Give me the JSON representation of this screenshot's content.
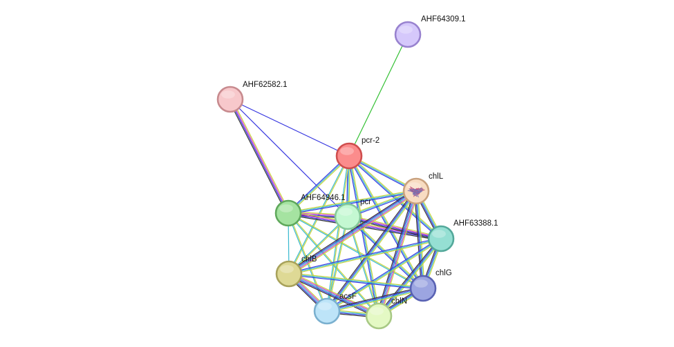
{
  "network": {
    "nodes": [
      {
        "id": "AHF64309.1",
        "label": "AHF64309.1",
        "fill": "#d5c8fb",
        "stroke": "#9882cf"
      },
      {
        "id": "AHF62582.1",
        "label": "AHF62582.1",
        "fill": "#f7c8cb",
        "stroke": "#c78a8e"
      },
      {
        "id": "pcr-2",
        "label": "pcr-2",
        "fill": "#fb8c8c",
        "stroke": "#cf4e4e"
      },
      {
        "id": "chlL",
        "label": "chlL",
        "fill": "#f8dcc2",
        "stroke": "#c9a17e",
        "has_structure_icon": true
      },
      {
        "id": "AHF64946.1",
        "label": "AHF64946.1",
        "fill": "#a5e3a1",
        "stroke": "#5fa85b"
      },
      {
        "id": "pcr",
        "label": "pcr",
        "fill": "#c4f8d2",
        "stroke": "#86c99a"
      },
      {
        "id": "AHF63388.1",
        "label": "AHF63388.1",
        "fill": "#95dfd3",
        "stroke": "#53a89a"
      },
      {
        "id": "chlB",
        "label": "chlB",
        "fill": "#ded995",
        "stroke": "#a8a25b"
      },
      {
        "id": "chlG",
        "label": "chlG",
        "fill": "#9ca5e1",
        "stroke": "#5962b3"
      },
      {
        "id": "acsF",
        "label": "acsF",
        "fill": "#bde4f8",
        "stroke": "#7ab0cf"
      },
      {
        "id": "chlN",
        "label": "chlN",
        "fill": "#e4f9c4",
        "stroke": "#a8c985"
      }
    ],
    "edges": [
      {
        "source": "AHF64309.1",
        "target": "pcr-2",
        "colors": [
          "#33c033"
        ]
      },
      {
        "source": "AHF62582.1",
        "target": "pcr-2",
        "colors": [
          "#3535e0"
        ]
      },
      {
        "source": "AHF62582.1",
        "target": "pcr",
        "colors": [
          "#3535e0"
        ]
      },
      {
        "source": "AHF62582.1",
        "target": "AHF64946.1",
        "colors": [
          "#c8d43b",
          "#d23ad2",
          "#3535e0",
          "#333333"
        ]
      },
      {
        "source": "pcr-2",
        "target": "AHF64946.1",
        "colors": [
          "#c8d43b",
          "#36b8cf",
          "#3535e0"
        ]
      },
      {
        "source": "pcr-2",
        "target": "pcr",
        "colors": [
          "#c8d43b",
          "#36b8cf",
          "#3535e0"
        ]
      },
      {
        "source": "pcr-2",
        "target": "chlL",
        "colors": [
          "#c8d43b",
          "#36b8cf",
          "#3535e0"
        ]
      },
      {
        "source": "pcr-2",
        "target": "AHF63388.1",
        "colors": [
          "#c8d43b",
          "#36b8cf",
          "#3535e0"
        ]
      },
      {
        "source": "pcr-2",
        "target": "chlB",
        "colors": [
          "#c8d43b",
          "#36b8cf"
        ]
      },
      {
        "source": "pcr-2",
        "target": "chlG",
        "colors": [
          "#c8d43b",
          "#36b8cf",
          "#3535e0"
        ]
      },
      {
        "source": "pcr-2",
        "target": "acsF",
        "colors": [
          "#c8d43b",
          "#36b8cf"
        ]
      },
      {
        "source": "pcr-2",
        "target": "chlN",
        "colors": [
          "#c8d43b",
          "#36b8cf",
          "#3535e0"
        ]
      },
      {
        "source": "AHF64946.1",
        "target": "pcr",
        "colors": [
          "#c8d43b",
          "#d23ad2",
          "#3535e0",
          "#333333"
        ]
      },
      {
        "source": "AHF64946.1",
        "target": "chlL",
        "colors": [
          "#c8d43b",
          "#36b8cf",
          "#3535e0"
        ]
      },
      {
        "source": "AHF64946.1",
        "target": "AHF63388.1",
        "colors": [
          "#c8d43b",
          "#d23ad2",
          "#3535e0",
          "#333333"
        ]
      },
      {
        "source": "AHF64946.1",
        "target": "chlB",
        "colors": [
          "#36b8cf"
        ]
      },
      {
        "source": "AHF64946.1",
        "target": "chlG",
        "colors": [
          "#c8d43b",
          "#36b8cf"
        ]
      },
      {
        "source": "AHF64946.1",
        "target": "acsF",
        "colors": [
          "#c8d43b",
          "#36b8cf"
        ]
      },
      {
        "source": "AHF64946.1",
        "target": "chlN",
        "colors": [
          "#c8d43b",
          "#36b8cf"
        ]
      },
      {
        "source": "pcr",
        "target": "chlL",
        "colors": [
          "#c8d43b",
          "#36b8cf",
          "#3535e0"
        ]
      },
      {
        "source": "pcr",
        "target": "AHF63388.1",
        "colors": [
          "#c8d43b",
          "#d23ad2",
          "#3535e0",
          "#333333"
        ]
      },
      {
        "source": "pcr",
        "target": "chlB",
        "colors": [
          "#c8d43b",
          "#36b8cf"
        ]
      },
      {
        "source": "pcr",
        "target": "chlG",
        "colors": [
          "#c8d43b",
          "#36b8cf",
          "#3535e0"
        ]
      },
      {
        "source": "pcr",
        "target": "acsF",
        "colors": [
          "#c8d43b",
          "#36b8cf"
        ]
      },
      {
        "source": "pcr",
        "target": "chlN",
        "colors": [
          "#c8d43b",
          "#36b8cf"
        ]
      },
      {
        "source": "chlL",
        "target": "AHF63388.1",
        "colors": [
          "#c8d43b",
          "#36b8cf",
          "#3535e0",
          "#333333"
        ]
      },
      {
        "source": "chlL",
        "target": "chlB",
        "colors": [
          "#c8d43b",
          "#d23ad2",
          "#36b8cf",
          "#3535e0",
          "#333333"
        ]
      },
      {
        "source": "chlL",
        "target": "chlG",
        "colors": [
          "#c8d43b",
          "#36b8cf",
          "#3535e0",
          "#333333"
        ]
      },
      {
        "source": "chlL",
        "target": "acsF",
        "colors": [
          "#c8d43b",
          "#36b8cf",
          "#3535e0",
          "#333333"
        ]
      },
      {
        "source": "chlL",
        "target": "chlN",
        "colors": [
          "#c8d43b",
          "#d23ad2",
          "#36b8cf",
          "#3535e0",
          "#333333"
        ]
      },
      {
        "source": "AHF63388.1",
        "target": "chlB",
        "colors": [
          "#c8d43b",
          "#36b8cf",
          "#3535e0"
        ]
      },
      {
        "source": "AHF63388.1",
        "target": "chlG",
        "colors": [
          "#c8d43b",
          "#36b8cf",
          "#3535e0",
          "#333333"
        ]
      },
      {
        "source": "AHF63388.1",
        "target": "acsF",
        "colors": [
          "#c8d43b",
          "#36b8cf",
          "#3535e0"
        ]
      },
      {
        "source": "AHF63388.1",
        "target": "chlN",
        "colors": [
          "#c8d43b",
          "#36b8cf",
          "#3535e0",
          "#333333"
        ]
      },
      {
        "source": "chlB",
        "target": "chlG",
        "colors": [
          "#c8d43b",
          "#36b8cf",
          "#3535e0"
        ]
      },
      {
        "source": "chlB",
        "target": "acsF",
        "colors": [
          "#c8d43b",
          "#d23ad2",
          "#36b8cf",
          "#3535e0",
          "#333333"
        ]
      },
      {
        "source": "chlB",
        "target": "chlN",
        "colors": [
          "#c8d43b",
          "#d23ad2",
          "#36b8cf",
          "#3535e0",
          "#333333"
        ]
      },
      {
        "source": "chlG",
        "target": "acsF",
        "colors": [
          "#c8d43b",
          "#36b8cf",
          "#3535e0",
          "#333333"
        ]
      },
      {
        "source": "chlG",
        "target": "chlN",
        "colors": [
          "#c8d43b",
          "#36b8cf",
          "#3535e0",
          "#333333"
        ]
      },
      {
        "source": "acsF",
        "target": "chlN",
        "colors": [
          "#c8d43b",
          "#36b8cf",
          "#3535e0",
          "#333333"
        ]
      }
    ]
  }
}
